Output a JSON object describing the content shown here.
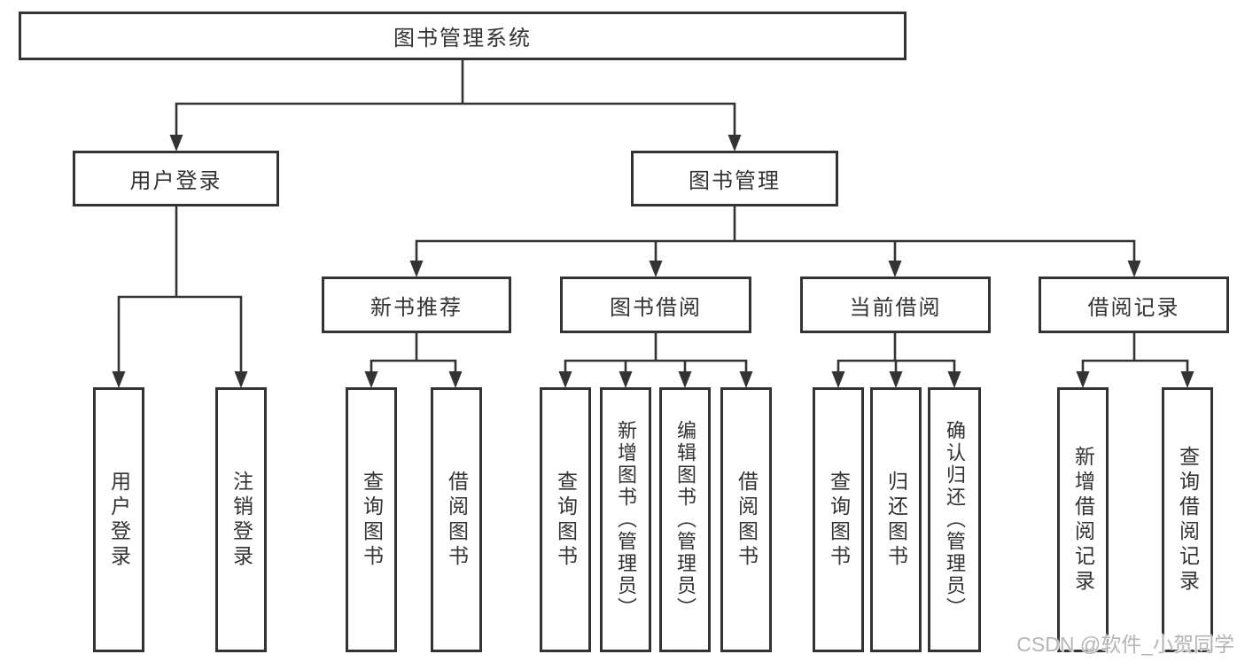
{
  "diagram": {
    "title": "图书管理系统",
    "branches": {
      "user_login": {
        "label": "用户登录",
        "children": [
          {
            "label": "用户登录"
          },
          {
            "label": "注销登录"
          }
        ]
      },
      "book_management": {
        "label": "图书管理",
        "modules": [
          {
            "label": "新书推荐",
            "children": [
              {
                "label": "查询图书"
              },
              {
                "label": "借阅图书"
              }
            ]
          },
          {
            "label": "图书借阅",
            "children": [
              {
                "label": "查询图书"
              },
              {
                "label": "新增图书（管理员）"
              },
              {
                "label": "编辑图书（管理员）"
              },
              {
                "label": "借阅图书"
              }
            ]
          },
          {
            "label": "当前借阅",
            "children": [
              {
                "label": "查询图书"
              },
              {
                "label": "归还图书"
              },
              {
                "label": "确认归还（管理员）"
              }
            ]
          },
          {
            "label": "借阅记录",
            "children": [
              {
                "label": "新增借阅记录"
              },
              {
                "label": "查询借阅记录"
              }
            ]
          }
        ]
      }
    }
  },
  "watermark": {
    "text": "CSDN @软件_小贺同学"
  },
  "colors": {
    "line": "#333333",
    "box_border": "#333333",
    "text": "#333333",
    "watermark": "#b5b5b5",
    "background": "#ffffff"
  }
}
